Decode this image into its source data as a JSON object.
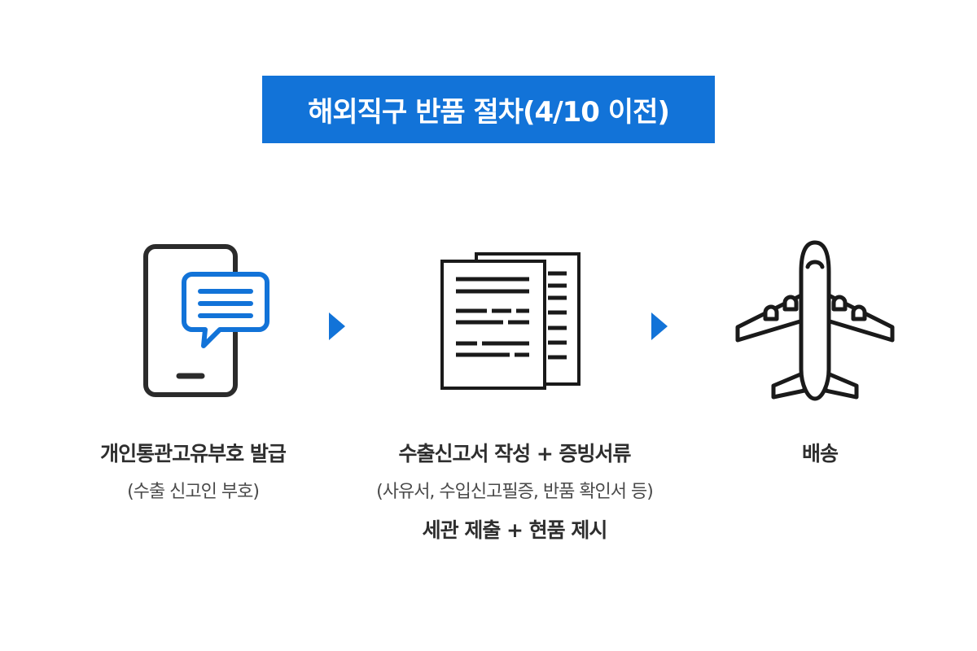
{
  "title": "해외직구 반품 절차(4/10 이전)",
  "colors": {
    "accent": "#1273d8",
    "ink": "#1a1a1a",
    "text": "#333333"
  },
  "steps": [
    {
      "icon": "phone-message-icon",
      "label": "개인통관고유부호 발급",
      "sub": "(수출 신고인 부호)"
    },
    {
      "icon": "documents-icon",
      "label": "수출신고서 작성 + 증빙서류",
      "sub": "(사유서, 수입신고필증, 반품 확인서 등)",
      "label2": "세관 제출 + 현품 제시"
    },
    {
      "icon": "airplane-icon",
      "label": "배송"
    }
  ]
}
